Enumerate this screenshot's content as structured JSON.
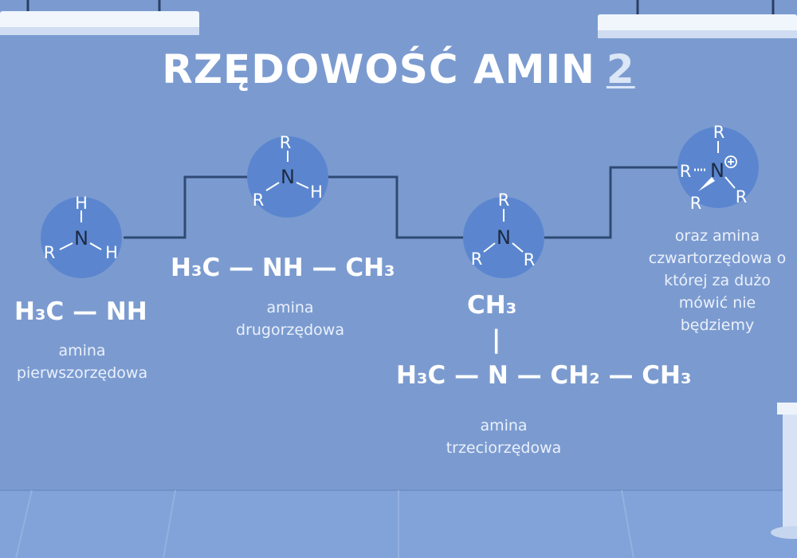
{
  "title": {
    "main": "RZĘDOWOŚĆ AMIN",
    "number": "2"
  },
  "molecules": [
    {
      "center": "N",
      "substituents": [
        "H",
        "H",
        "R"
      ]
    },
    {
      "center": "N",
      "substituents": [
        "R",
        "H",
        "R"
      ]
    },
    {
      "center": "N",
      "substituents": [
        "R",
        "R",
        "R"
      ]
    },
    {
      "center": "N",
      "charge": "+",
      "substituents": [
        "R",
        "R",
        "R",
        "R"
      ]
    }
  ],
  "primary": {
    "formula": "H₃C — NH",
    "caption": [
      "amina",
      "pierwszorzędowa"
    ]
  },
  "secondary": {
    "formula": "H₃C — NH — CH₃",
    "caption": [
      "amina",
      "drugorzędowa"
    ]
  },
  "tertiary": {
    "branch": "CH₃",
    "bond": "|",
    "formula": "H₃C — N — CH₂ — CH₃",
    "caption": [
      "amina",
      "trzeciorzędowa"
    ]
  },
  "quaternary": {
    "caption": [
      "oraz amina",
      "czwartorzędowa o",
      "której za dużo",
      "mówić nie",
      "będziemy"
    ]
  },
  "colors": {
    "background": "#7b9bd0",
    "circle": "#5b86cf",
    "line": "#2f4a73",
    "text": "#ffffff",
    "floor": "#82a3d9"
  }
}
